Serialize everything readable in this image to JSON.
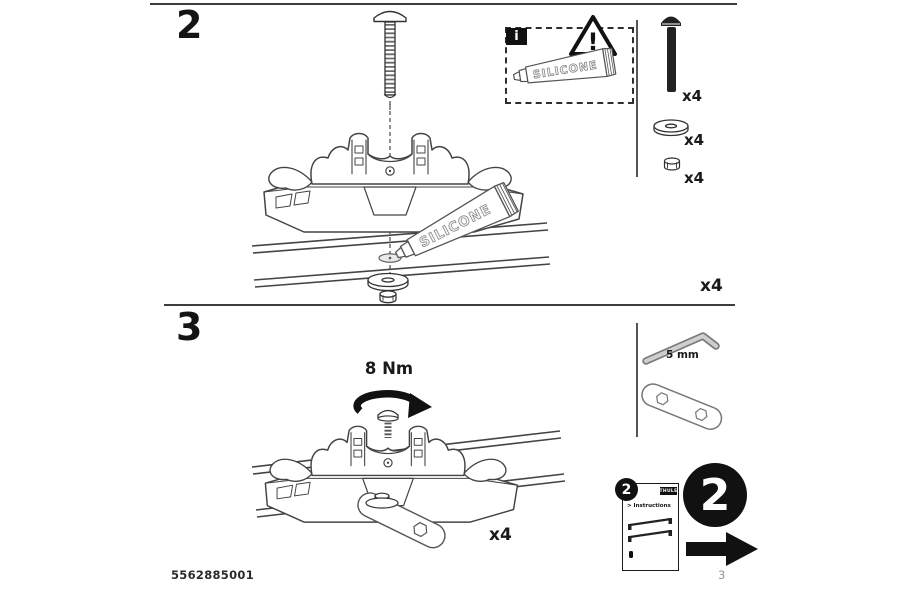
{
  "step2": {
    "label": "2",
    "quantity_label": "x4",
    "main_silicone_text": "SILICONE",
    "info_box": {
      "info_icon_text": "i",
      "warning_mark": "!",
      "silicone_text": "SILICONE"
    },
    "parts_list": [
      {
        "item": "bolt",
        "qty": "x4"
      },
      {
        "item": "washer",
        "qty": "x4"
      },
      {
        "item": "lock-nut",
        "qty": "x4"
      }
    ]
  },
  "step3": {
    "label": "3",
    "torque_label": "8 Nm",
    "tool_size_label": "5 mm",
    "quantity_label": "x4"
  },
  "next_panel": {
    "card_badge": "2",
    "card_brand": "THULE",
    "card_instructions": "> Instructions",
    "big_badge": "2"
  },
  "footer": {
    "part_number": "5562885001",
    "page_number": "3"
  }
}
